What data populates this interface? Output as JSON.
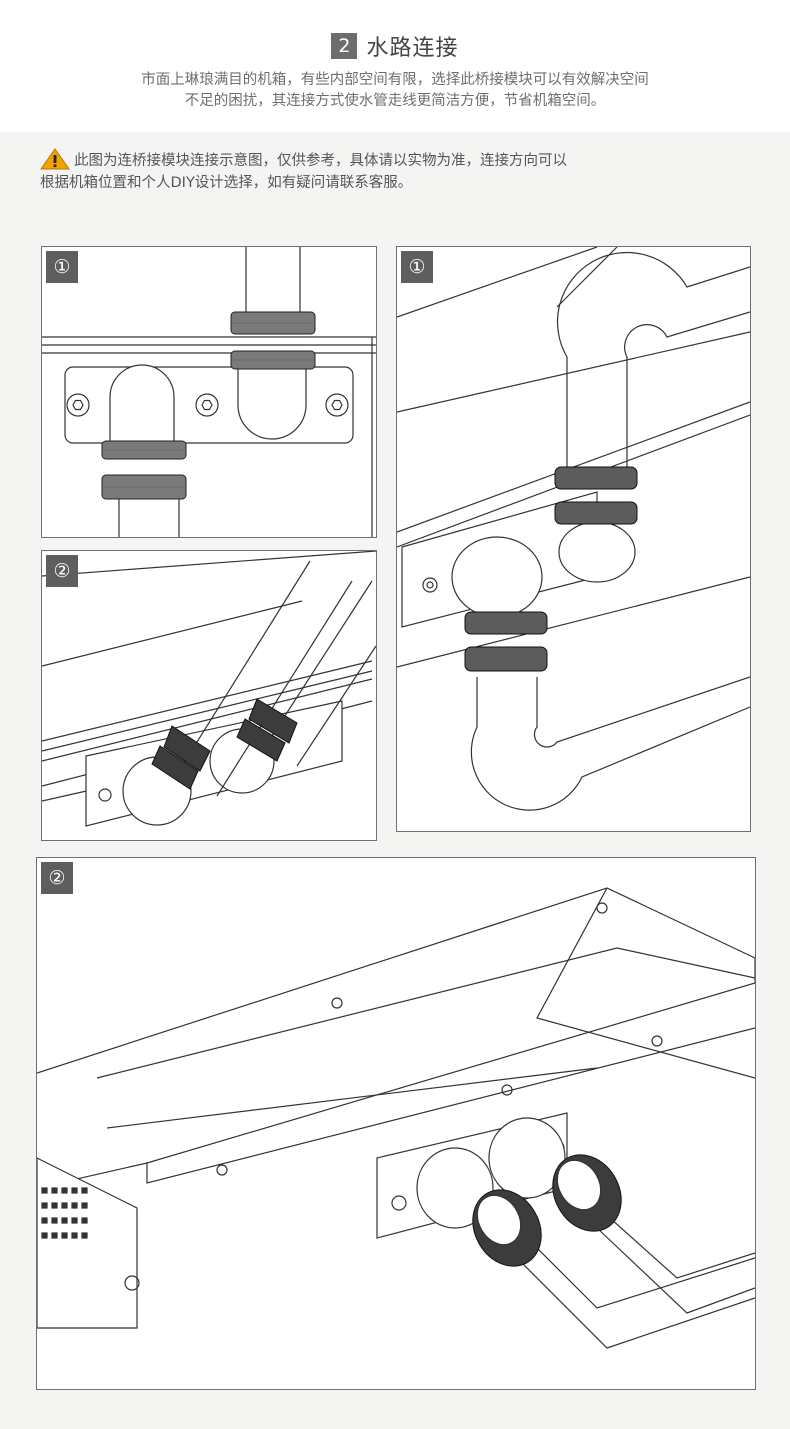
{
  "header": {
    "section_number": "2",
    "title": "水路连接",
    "subtitle_line1": "市面上琳琅满目的机箱，有些内部空间有限，选择此桥接模块可以有效解决空间",
    "subtitle_line2": "不足的困扰，其连接方式使水管走线更简洁方便，节省机箱空间。"
  },
  "notice": {
    "icon": "warning-icon",
    "line1": "此图为连桥接模块连接示意图，仅供参考，具体请以实物为准，连接方向可以",
    "line2": "根据机箱位置和个人DIY设计选择，如有疑问请联系客服。"
  },
  "panels": [
    {
      "badge": "①"
    },
    {
      "badge": "②"
    },
    {
      "badge": "①"
    },
    {
      "badge": "②"
    }
  ]
}
